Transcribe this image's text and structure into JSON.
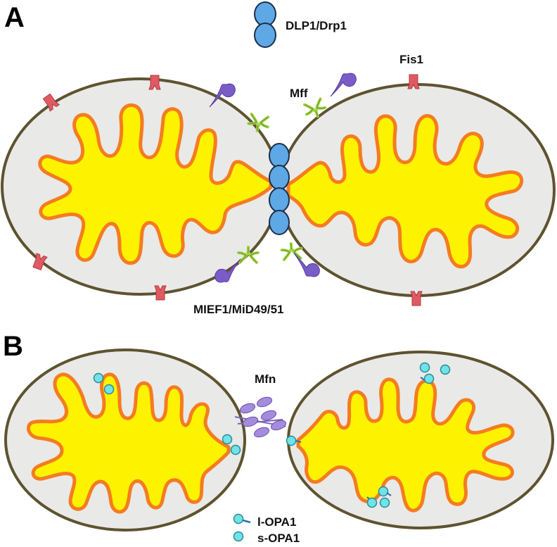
{
  "panel_a": {
    "letter": "A",
    "labels": {
      "dlp1": "DLP1/Drp1",
      "fis1": "Fis1",
      "mff": "Mff",
      "mief": "MIEF1/MiD49/51"
    }
  },
  "panel_b": {
    "letter": "B",
    "labels": {
      "mfn": "Mfn"
    },
    "legend": [
      {
        "icon": "l-opa1-icon",
        "label": "l-OPA1"
      },
      {
        "icon": "s-opa1-icon",
        "label": "s-OPA1"
      }
    ]
  },
  "colors": {
    "outer_membrane": "#5e5330",
    "intermembrane": "#e9e9e8",
    "inner_membrane": "#f47c20",
    "matrix": "#fdf200",
    "dlp1": "#5fa8e6",
    "fis1": "#e05a62",
    "mff": "#a3d448",
    "mief": "#7a5cc8",
    "mfn": "#a58bdc",
    "opa1": "#6fe3e8"
  }
}
